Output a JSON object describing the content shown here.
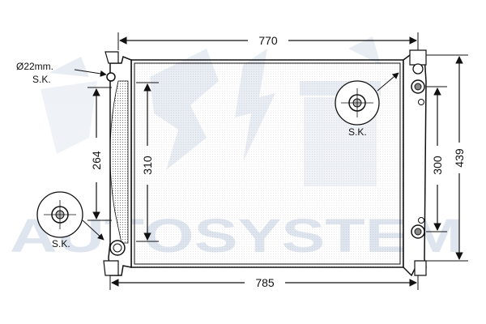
{
  "watermark": "AUTOSYSTEM",
  "dimensions": {
    "top_width": "770",
    "bottom_width": "785",
    "left_height": "264",
    "core_height": "310",
    "right_height": "300",
    "overall_height": "439"
  },
  "annotations": {
    "pipe_diameter": "Ø22mm.",
    "sk_top_left": "S.K.",
    "sk_lower_left": "S.K.",
    "sk_right": "S.K."
  },
  "colors": {
    "line": "#111111",
    "watermark": "#dfe5ee",
    "core_fill": "#f4f7fb"
  }
}
